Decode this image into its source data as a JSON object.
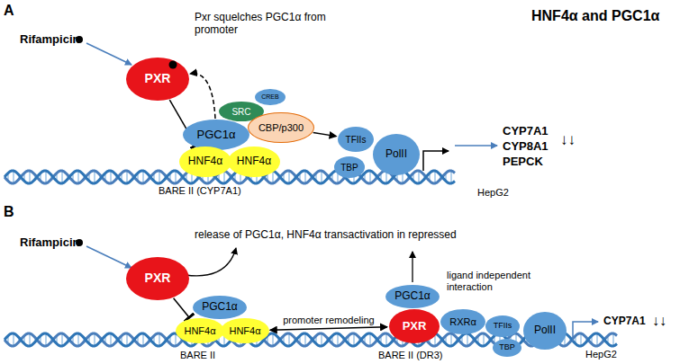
{
  "diagram": {
    "title": "HNF4α and PGC1α",
    "nodes": [
      {
        "text": [
          "PXR"
        ]
      },
      {
        "text": [
          "SRC"
        ]
      },
      {
        "text": [
          "CREB"
        ]
      },
      {
        "text": [
          "CBP/p300"
        ]
      },
      {
        "text": [
          "PGC1α"
        ]
      },
      {
        "text": [
          "HNF4α"
        ]
      },
      {
        "text": [
          "HNF4α"
        ]
      },
      {
        "text": [
          "TFIIs"
        ]
      },
      {
        "text": [
          "TBP"
        ]
      },
      {
        "text": [
          "PolII"
        ]
      },
      {
        "text": [
          "PXR"
        ]
      },
      {
        "text": [
          "PGC1α"
        ]
      },
      {
        "text": [
          "HNF4α"
        ]
      },
      {
        "text": [
          "HNF4α"
        ]
      },
      {
        "text": [
          "PGC1α"
        ]
      },
      {
        "text": [
          "PXR"
        ]
      },
      {
        "text": [
          "RXRα"
        ]
      },
      {
        "text": [
          "TFIIs"
        ]
      },
      {
        "text": [
          "TBP"
        ]
      },
      {
        "text": [
          "PolII"
        ]
      }
    ],
    "edges": [
      {
        "from": 4,
        "to": 0,
        "arrow": "to"
      },
      {
        "from": 0,
        "to": 5,
        "arrow": "to"
      },
      {
        "from": 3,
        "to": 7,
        "arrow": "to"
      },
      {
        "from": 10,
        "to": 12,
        "arrow": "to"
      },
      {
        "from": 13,
        "to": 15,
        "label": "promoter remodeling",
        "arrow": "both"
      }
    ],
    "labels": [
      "A",
      "Rifampicin",
      "Pxr squelches PGC1α from promoter",
      "BARE II (CYP7A1)",
      "CYP7A1",
      "CYP8A1",
      "PEPCK",
      "↓↓",
      "HepG2",
      "B",
      "Rifampicin",
      "release of PGC1α, HNF4α transactivation in repressed",
      "ligand independent interaction",
      "BARE II",
      "BARE II (DR3)",
      "CYP7A1",
      "↓↓",
      "HepG2"
    ]
  }
}
